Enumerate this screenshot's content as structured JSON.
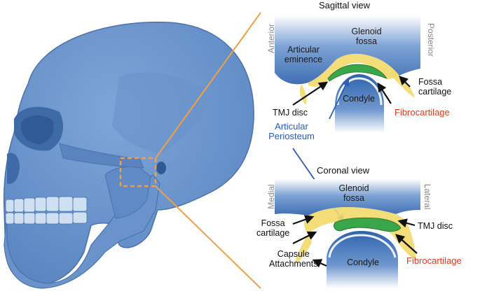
{
  "sagittal": {
    "title": "Sagittal view",
    "anterior": "Anterior",
    "posterior": "Posterior",
    "glenoid_fossa": [
      "Glenoid",
      "fossa"
    ],
    "articular_eminence": [
      "Articular",
      "eminence"
    ],
    "condyle": "Condyle",
    "fossa_cartilage": [
      "Fossa",
      "cartilage"
    ],
    "tmj_disc": "TMJ disc",
    "fibrocartilage": "Fibrocartilage"
  },
  "periosteum": [
    "Articular",
    "Periosteum"
  ],
  "coronal": {
    "title": "Coronal view",
    "medial": "Medial",
    "lateral": "Lateral",
    "glenoid_fossa": [
      "Glenoid",
      "fossa"
    ],
    "fossa_cartilage": [
      "Fossa",
      "cartilage"
    ],
    "tmj_disc": "TMJ disc",
    "capsule_attachments": [
      "Capsule",
      "Attachments"
    ],
    "condyle": "Condyle",
    "fibrocartilage": "Fibrocartilage"
  },
  "colors": {
    "bone": "#6f97cf",
    "bone_dark": "#4a73ad",
    "disc": "#3aa64a",
    "fibro": "#f2d96a",
    "callout": "#f0a044",
    "label_red": "#e03a22",
    "label_blue": "#2c5bb8"
  }
}
